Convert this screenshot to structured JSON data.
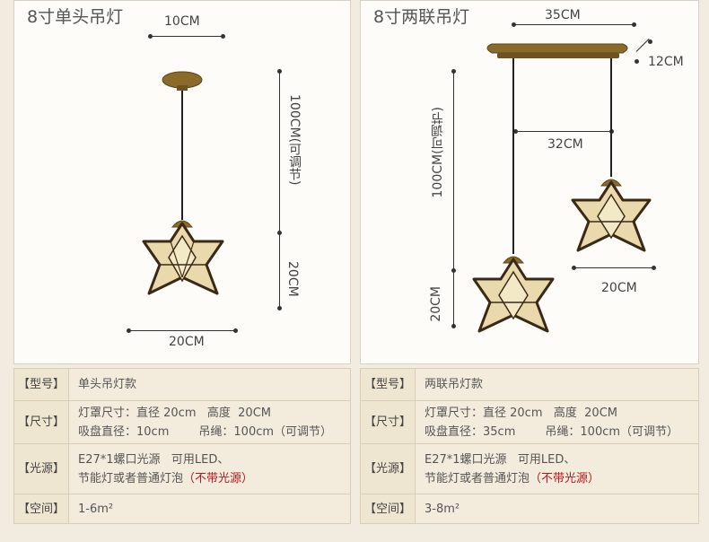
{
  "left": {
    "title": "8寸单头吊灯",
    "dims": {
      "canopy_width": "10CM",
      "cord_length": "100CM(可调节)",
      "shade_height": "20CM",
      "shade_width": "20CM"
    },
    "specs": {
      "model_key": "【型号】",
      "model_value": "单头吊灯款",
      "size_key": "【尺寸】",
      "size_line1": "灯罩尺寸：直径 20cm   高度  20CM",
      "size_line2": "吸盘直径：10cm        吊绳：100cm（可调节）",
      "light_key": "【光源】",
      "light_line1": "E27*1螺口光源   可用LED、",
      "light_line2": "节能灯或者普通灯泡",
      "light_note": "（不带光源）",
      "space_key": "【空间】",
      "space_value": "1-6m²"
    }
  },
  "right": {
    "title": "8寸两联吊灯",
    "dims": {
      "canopy_length": "35CM",
      "canopy_width": "12CM",
      "cord_length": "100CM(可调节)",
      "lamp_spacing": "32CM",
      "shade_height": "20CM",
      "shade_width": "20CM"
    },
    "specs": {
      "model_key": "【型号】",
      "model_value": "两联吊灯款",
      "size_key": "【尺寸】",
      "size_line1": "灯罩尺寸：直径 20cm   高度  20CM",
      "size_line2": "吸盘直径：35cm        吊绳：100cm（可调节）",
      "light_key": "【光源】",
      "light_line1": "E27*1螺口光源   可用LED、",
      "light_line2": "节能灯或者普通灯泡",
      "light_note": "（不带光源）",
      "space_key": "【空间】",
      "space_value": "3-8m²"
    }
  },
  "colors": {
    "brass": "#8a6b2a",
    "glass": "#e9d9ad",
    "frame": "#3a2a15",
    "warning": "#c0141b"
  }
}
